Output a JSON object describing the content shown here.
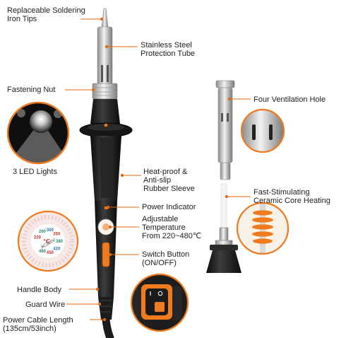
{
  "labels": {
    "tips": [
      "Replaceable Soldering",
      "Iron Tips"
    ],
    "tube": [
      "Stainless Steel",
      "Protection Tube"
    ],
    "nut": "Fastening Nut",
    "vent": "Four Ventilation Hole",
    "led": "3 LED Lights",
    "sleeve": [
      "Heat-proof &",
      "Anti-slip",
      "Rubber Sleeve"
    ],
    "ceramic": [
      "Fast-Stimulating",
      "Ceramic Core Heating"
    ],
    "power": "Power Indicator",
    "temp": [
      "Adjustable",
      "Temperature",
      "From 220~480℃"
    ],
    "switch": [
      "Switch Button",
      "(ON/OFF)"
    ],
    "handle": "Handle Body",
    "guard": "Guard Wire",
    "cable": [
      "Power Cable Length",
      "(135cm/53inch)"
    ]
  },
  "dial": {
    "values": [
      "220",
      "260",
      "300",
      "350",
      "380",
      "420",
      "450",
      "480"
    ],
    "unit": "℃",
    "voltage": "AC220V"
  },
  "colors": {
    "accent": "#f07a1e",
    "body": "#1c1c1c",
    "steel": "#c9c9c9",
    "leader": "#e06a10"
  }
}
